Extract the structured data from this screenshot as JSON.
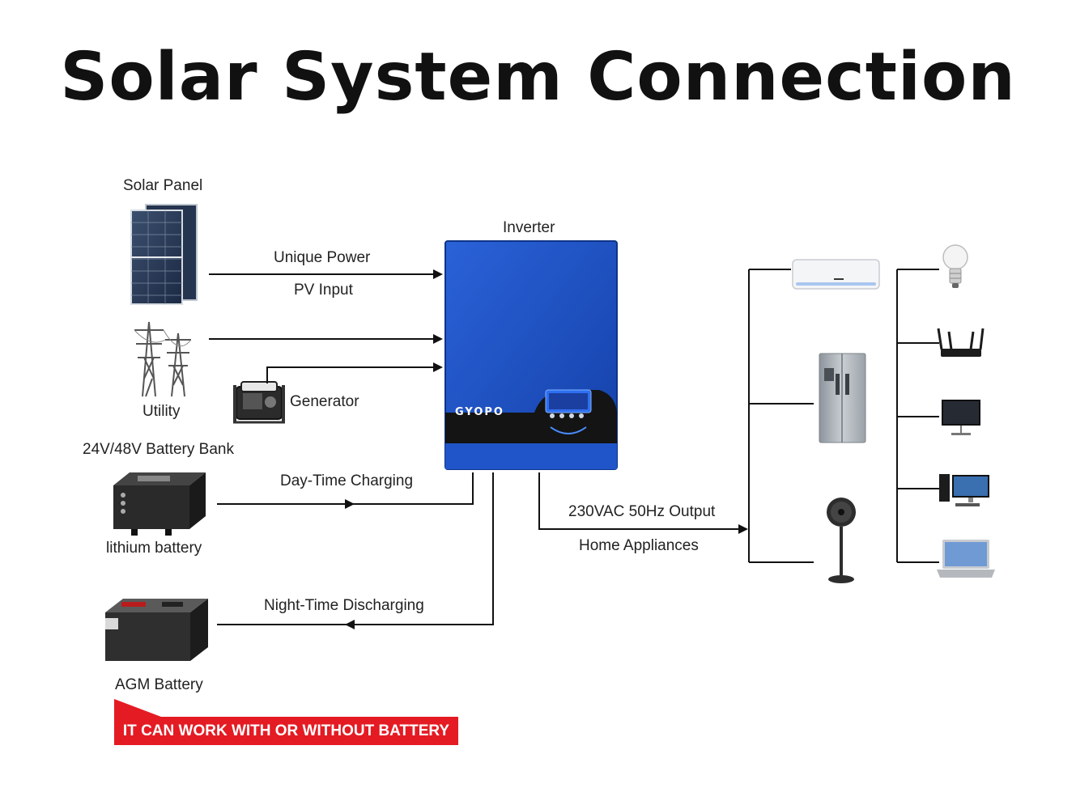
{
  "title": "Solar System Connection",
  "inverter": {
    "label": "Inverter",
    "brand": "GYOPO",
    "color": "#1d4fc4"
  },
  "sources": {
    "solar_panel": "Solar Panel",
    "utility": "Utility",
    "generator": "Generator",
    "battery_bank": "24V/48V Battery Bank",
    "lithium_battery": "lithium battery",
    "agm_battery": "AGM Battery"
  },
  "flows": {
    "pv_top": "Unique Power",
    "pv_bottom": "PV Input",
    "day_charging": "Day-Time Charging",
    "night_discharging": "Night-Time Discharging",
    "output_top": "230VAC 50Hz Output",
    "output_bottom": "Home Appliances"
  },
  "appliances": [
    "air-conditioner",
    "refrigerator",
    "fan",
    "light-bulb",
    "router",
    "monitor",
    "desktop-computer",
    "laptop"
  ],
  "badge": {
    "text": "IT CAN WORK WITH OR WITHOUT BATTERY",
    "color": "#e41b23"
  }
}
